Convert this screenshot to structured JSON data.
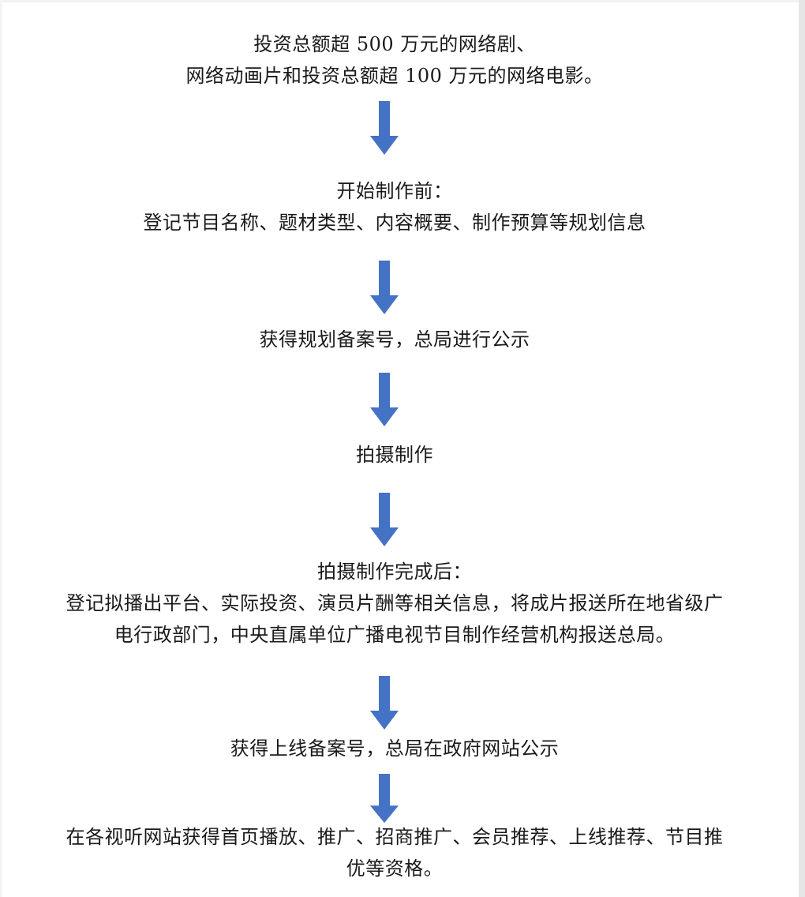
{
  "flowchart": {
    "arrow_color": "#4472c4",
    "text_color": "#1a1a1a",
    "steps": [
      {
        "line1": "投资总额超 500 万元的网络剧、",
        "line2": "网络动画片和投资总额超 100 万元的网络电影。"
      },
      {
        "line1": "开始制作前：",
        "line2": "登记节目名称、题材类型、内容概要、制作预算等规划信息"
      },
      {
        "line1": "获得规划备案号，总局进行公示"
      },
      {
        "line1": "拍摄制作"
      },
      {
        "line1": "拍摄制作完成后：",
        "line2": "登记拟播出平台、实际投资、演员片酬等相关信息，将成片报送所在地省级广",
        "line3": "电行政部门，中央直属单位广播电视节目制作经营机构报送总局。"
      },
      {
        "line1": "获得上线备案号，总局在政府网站公示"
      },
      {
        "line1": "在各视听网站获得首页播放、推广、招商推广、会员推荐、上线推荐、节目推",
        "line2": "优等资格。"
      }
    ]
  }
}
